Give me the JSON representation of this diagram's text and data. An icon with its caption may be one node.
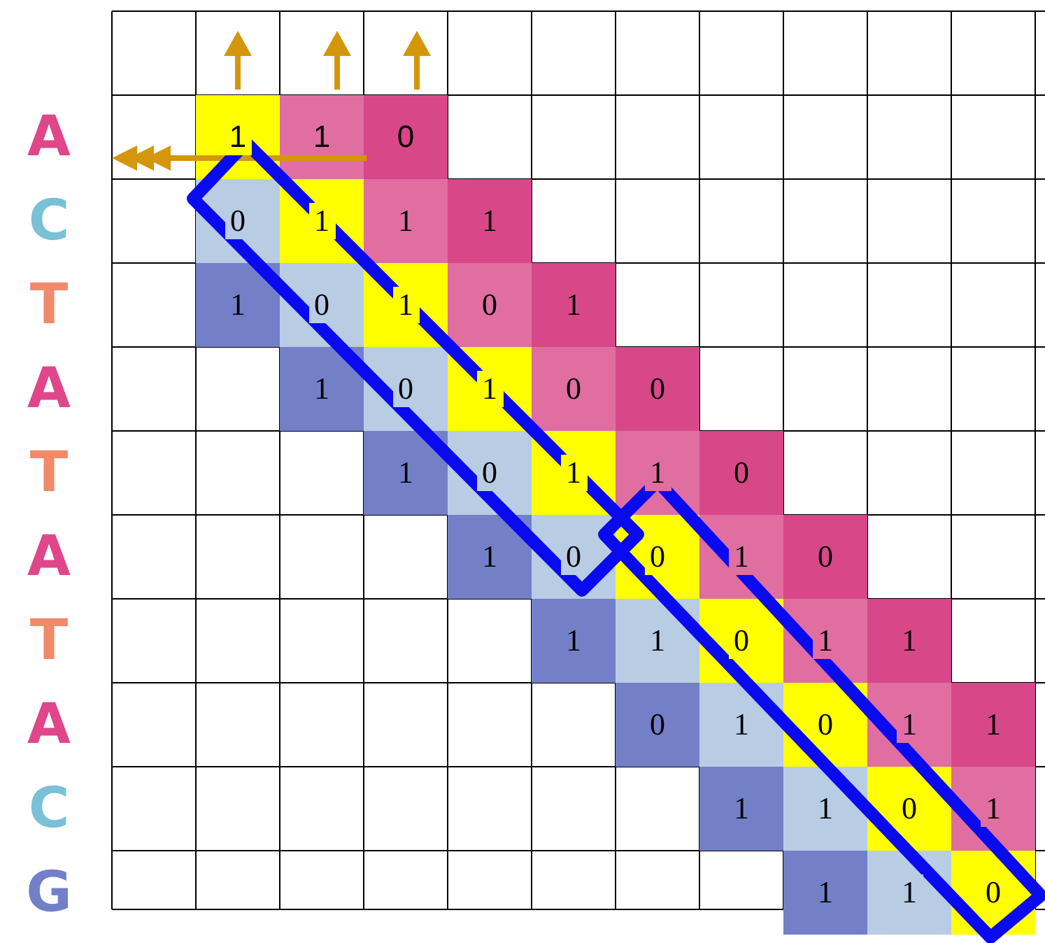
{
  "diagram": {
    "labels": [
      "A",
      "1",
      "1",
      "0",
      "C",
      "0",
      "1",
      "1",
      "1",
      "T",
      "1",
      "0",
      "1",
      "0",
      "1",
      "A",
      "1",
      "0",
      "1",
      "0",
      "0",
      "T",
      "1",
      "0",
      "1",
      "1",
      "0",
      "A",
      "1",
      "0",
      "0",
      "1",
      "0",
      "T",
      "1",
      "1",
      "0",
      "1",
      "1",
      "A",
      "0",
      "1",
      "0",
      "1",
      "1",
      "C",
      "1",
      "1",
      "0",
      "1",
      "G",
      "1",
      "1",
      "0"
    ]
  }
}
